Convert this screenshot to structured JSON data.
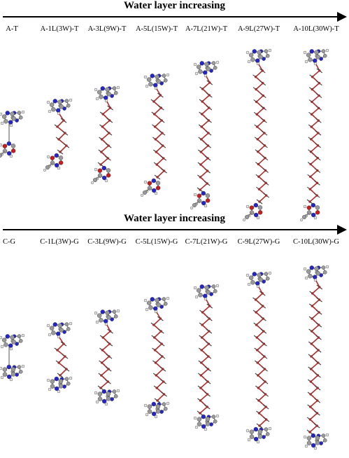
{
  "panels": [
    {
      "title": "Water layer increasing",
      "labels": [
        "A-T",
        "A-1L(3W)-T",
        "A-3L(9W)-T",
        "A-5L(15W)-T",
        "A-7L(21W)-T",
        "A-9L(27W)-T",
        "A-10L(30W)-T"
      ],
      "layers": [
        0,
        1,
        3,
        5,
        7,
        9,
        10
      ]
    },
    {
      "title": "Water layer increasing",
      "labels": [
        "C-G",
        "C-1L(3W)-G",
        "C-3L(9W)-G",
        "C-5L(15W)-G",
        "C-7L(21W)-G",
        "C-9L(27W)-G",
        "C-10L(30W)-G"
      ],
      "layers": [
        0,
        1,
        3,
        5,
        7,
        9,
        10
      ]
    }
  ],
  "colors": {
    "carbon": "#9a9a9a",
    "nitrogen": "#2424c8",
    "oxygen": "#c41e1e",
    "hydrogen": "#e8e8e8",
    "water_bond": "#b03030",
    "hbond": "#555555"
  }
}
